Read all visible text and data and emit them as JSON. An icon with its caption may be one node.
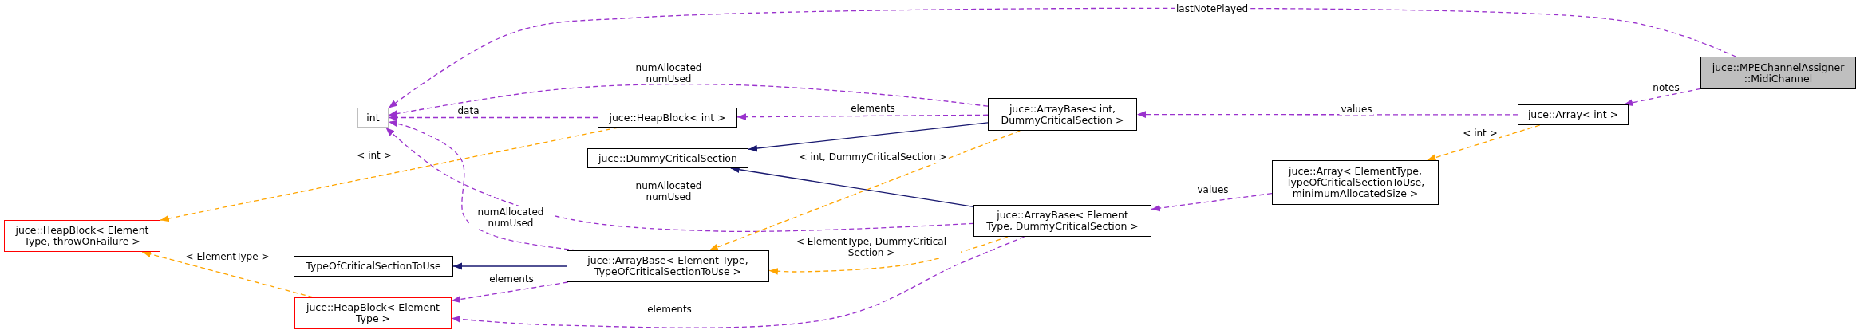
{
  "diagram": {
    "nodes": [
      {
        "text": [
          "juce::MPEChannelAssigner ::MidiChannel"
        ]
      },
      {
        "text": [
          "juce::Array< int >"
        ]
      },
      {
        "text": [
          "juce::ArrayBase< int, DummyCriticalSection >"
        ]
      },
      {
        "text": [
          "juce::Array< ElementType, TypeOfCriticalSectionToUse, minimumAllocatedSize >"
        ]
      },
      {
        "text": [
          "juce::ArrayBase< Element Type, DummyCriticalSection >"
        ]
      },
      {
        "text": [
          "int"
        ]
      },
      {
        "text": [
          "juce::HeapBlock< int >"
        ]
      },
      {
        "text": [
          "juce::DummyCriticalSection"
        ]
      },
      {
        "text": [
          "juce::HeapBlock< Element Type, throwOnFailure >"
        ]
      },
      {
        "text": [
          "TypeOfCriticalSectionToUse"
        ]
      },
      {
        "text": [
          "juce::ArrayBase< Element Type, TypeOfCriticalSectionToUse >"
        ]
      },
      {
        "text": [
          "juce::HeapBlock< Element Type >"
        ]
      }
    ],
    "edges": [
      {
        "from": 0,
        "to": 5,
        "arrow": "to",
        "label": "lastNotePlayed",
        "style": "dashed"
      },
      {
        "from": 0,
        "to": 1,
        "arrow": "to",
        "label": "notes",
        "style": "dashed"
      },
      {
        "from": 1,
        "to": 2,
        "arrow": "to",
        "label": "values",
        "style": "dashed"
      },
      {
        "from": 1,
        "to": 3,
        "arrow": "to",
        "label": "< int >",
        "style": "dashed",
        "color": "#ffa500"
      },
      {
        "from": 3,
        "to": 4,
        "arrow": "to",
        "label": "values",
        "style": "dashed"
      },
      {
        "from": 2,
        "to": 5,
        "arrow": "to",
        "label": "numAllocated numUsed",
        "style": "dashed"
      },
      {
        "from": 2,
        "to": 6,
        "arrow": "to",
        "label": "elements",
        "style": "dashed"
      },
      {
        "from": 6,
        "to": 5,
        "arrow": "to",
        "label": "data",
        "style": "dashed"
      },
      {
        "from": 2,
        "to": 7,
        "arrow": "to",
        "color": "#191970"
      },
      {
        "from": 4,
        "to": 7,
        "arrow": "to",
        "color": "#191970"
      },
      {
        "from": 4,
        "to": 5,
        "arrow": "to",
        "label": "numAllocated numUsed",
        "style": "dashed"
      },
      {
        "from": 2,
        "to": 10,
        "arrow": "to",
        "label": "< int, DummyCriticalSection >",
        "style": "dashed",
        "color": "#ffa500"
      },
      {
        "from": 4,
        "to": 10,
        "arrow": "to",
        "label": "< ElementType, DummyCritical Section >",
        "style": "dashed",
        "color": "#ffa500"
      },
      {
        "from": 4,
        "to": 11,
        "arrow": "to",
        "label": "elements",
        "style": "dashed"
      },
      {
        "from": 6,
        "to": 8,
        "arrow": "to",
        "label": "< int >",
        "style": "dashed",
        "color": "#ffa500"
      },
      {
        "from": 10,
        "to": 5,
        "arrow": "to",
        "label": "numAllocated numUsed",
        "style": "dashed"
      },
      {
        "from": 10,
        "to": 9,
        "arrow": "to",
        "color": "#191970"
      },
      {
        "from": 10,
        "to": 11,
        "arrow": "to",
        "label": "elements",
        "style": "dashed"
      },
      {
        "from": 11,
        "to": 8,
        "arrow": "to",
        "label": "< ElementType >",
        "style": "dashed",
        "color": "#ffa500"
      }
    ]
  }
}
